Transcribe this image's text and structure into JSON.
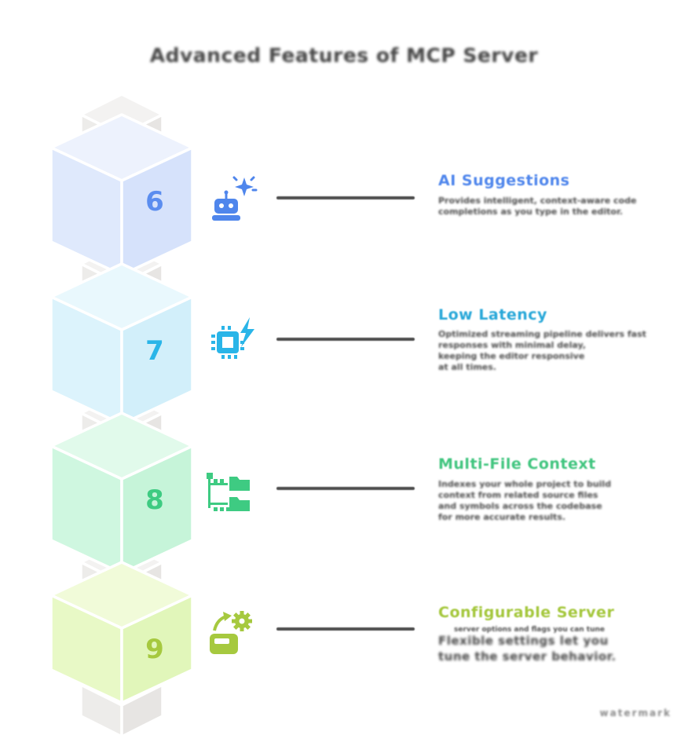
{
  "title": "Advanced Features of MCP Server",
  "watermark": "watermark",
  "colors": {
    "title_gray": "#474747",
    "line_gray": "#4d4d4d",
    "connector_cube_gray": "#edecea",
    "section1_accent": "#4f86ec",
    "section2_accent": "#27a7d8",
    "section3_accent": "#41c57f",
    "section4_accent": "#a4c73c",
    "cube6_face": "#d6e2fb",
    "cube7_face": "#d2effa",
    "cube8_face": "#c6f4d9",
    "cube9_face": "#e1f6ba"
  },
  "sections": [
    {
      "number": "6",
      "heading": "AI Suggestions",
      "icon": "robot-sparkle-icon",
      "body": [
        "Provides intelligent, context-aware code",
        "completions as you type in the editor."
      ]
    },
    {
      "number": "7",
      "heading": "Low Latency",
      "icon": "chip-lightning-icon",
      "body": [
        "Optimized streaming pipeline delivers fast",
        "responses with minimal delay,",
        "keeping the editor responsive",
        "at all times."
      ]
    },
    {
      "number": "8",
      "heading": "Multi-File Context",
      "icon": "folder-tree-icon",
      "body": [
        "Indexes your whole project to build",
        "context from related source files",
        "and symbols across the codebase",
        "for more accurate results."
      ]
    },
    {
      "number": "9",
      "heading": "Configurable Server",
      "icon": "gear-server-icon",
      "body_small": "server options and flags you can tune",
      "body_big": [
        "Flexible settings let you",
        "tune the server behavior."
      ]
    }
  ]
}
